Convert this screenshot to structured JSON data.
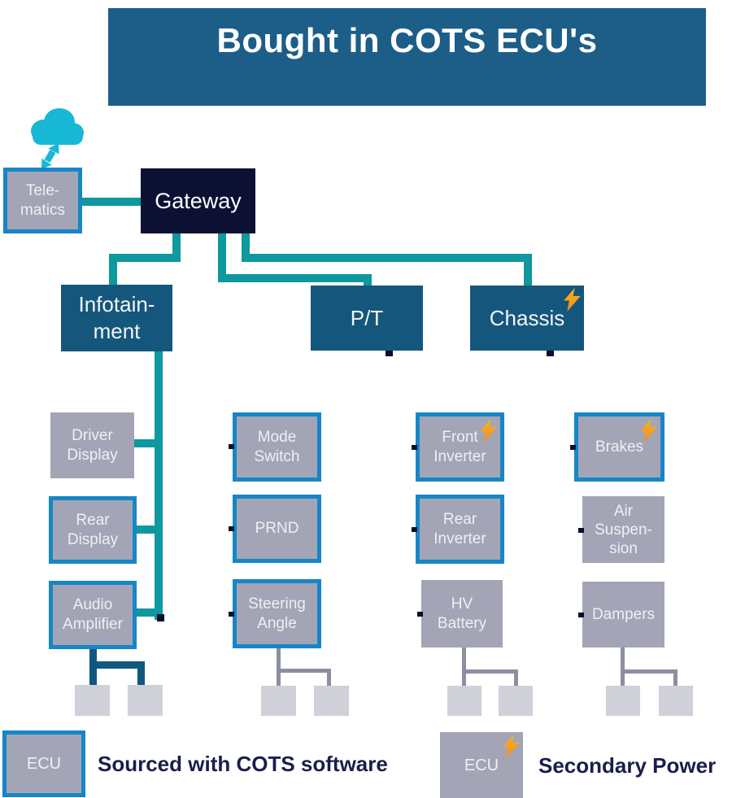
{
  "title": "Bought in COTS ECU's",
  "icons": {
    "cloud": "cloud-icon",
    "sync_arrows": "sync-arrows-icon",
    "lightning": "lightning-icon"
  },
  "nodes": {
    "telematics": {
      "line1": "Tele-",
      "line2": "matics"
    },
    "gateway": {
      "label": "Gateway"
    },
    "infotainment": {
      "line1": "Infotain-",
      "line2": "ment"
    },
    "pt": {
      "label": "P/T"
    },
    "chassis": {
      "label": "Chassis",
      "secondary_power": true
    },
    "driver_display": {
      "line1": "Driver",
      "line2": "Display",
      "cots": false
    },
    "rear_display": {
      "line1": "Rear",
      "line2": "Display",
      "cots": true
    },
    "audio_amplifier": {
      "line1": "Audio",
      "line2": "Amplifier",
      "cots": true
    },
    "mode_switch": {
      "line1": "Mode",
      "line2": "Switch",
      "cots": true
    },
    "prnd": {
      "line1": "PRND",
      "cots": true
    },
    "steering_angle": {
      "line1": "Steering",
      "line2": "Angle",
      "cots": true
    },
    "front_inverter": {
      "line1": "Front",
      "line2": "Inverter",
      "cots": true,
      "secondary_power": true
    },
    "rear_inverter": {
      "line1": "Rear",
      "line2": "Inverter",
      "cots": true
    },
    "hv_battery": {
      "line1": "HV",
      "line2": "Battery",
      "cots": false
    },
    "brakes": {
      "line1": "Brakes",
      "cots": true,
      "secondary_power": true
    },
    "air_suspension": {
      "line1": "Air",
      "line2": "Suspen-",
      "line3": "sion",
      "cots": false
    },
    "dampers": {
      "line1": "Dampers",
      "cots": false
    }
  },
  "legend": {
    "cots": {
      "box": "ECU",
      "label": "Sourced with COTS software"
    },
    "power": {
      "box": "ECU",
      "label": "Secondary Power"
    }
  },
  "colors": {
    "banner_blue": "#1D5E88",
    "domain_blue": "#15577C",
    "gateway_navy": "#0C1134",
    "teal": "#0F989E",
    "cyan": "#17B8D5",
    "border_blue": "#1686C6",
    "box_gray": "#A3A5B6",
    "leaf_gray": "#CFD0D8",
    "line_gray": "#8C8FA0",
    "line_darkblue": "#10577F",
    "legend_navy": "#191E4B",
    "bolt_orange": "#F7941D"
  }
}
